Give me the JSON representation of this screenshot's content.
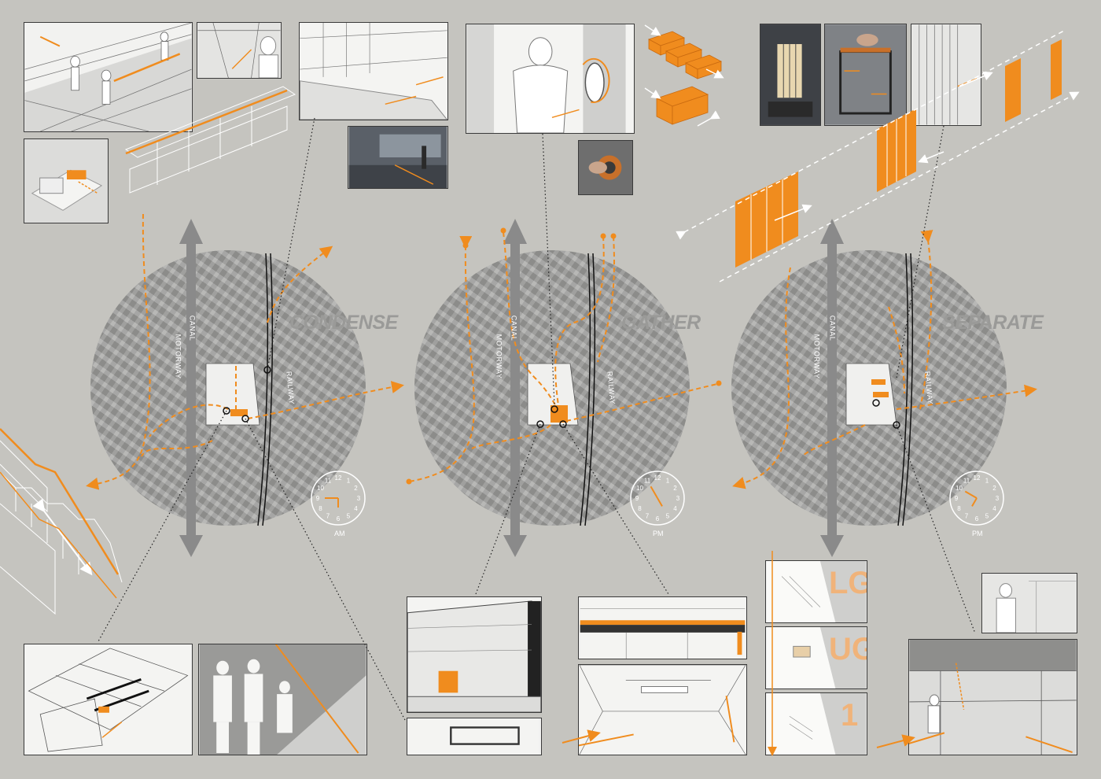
{
  "stages": [
    {
      "word": "CONDENSE",
      "period": "AM"
    },
    {
      "word": "GATHER",
      "period": "PM"
    },
    {
      "word": "SEPARATE",
      "period": "PM"
    }
  ],
  "map_labels": {
    "canal": "CANAL",
    "motorway": "MOTORWAY",
    "railway": "RAILWAY"
  },
  "clock_numbers": [
    "12",
    "1",
    "2",
    "3",
    "4",
    "5",
    "6",
    "7",
    "8",
    "9",
    "10",
    "11"
  ],
  "floor_labels": [
    "LG",
    "UG",
    "1"
  ],
  "colors": {
    "background": "#c5c4bf",
    "accent": "#f08c1e",
    "arrow_grey": "#8a8a8a",
    "panel": "#f2f2f0"
  }
}
